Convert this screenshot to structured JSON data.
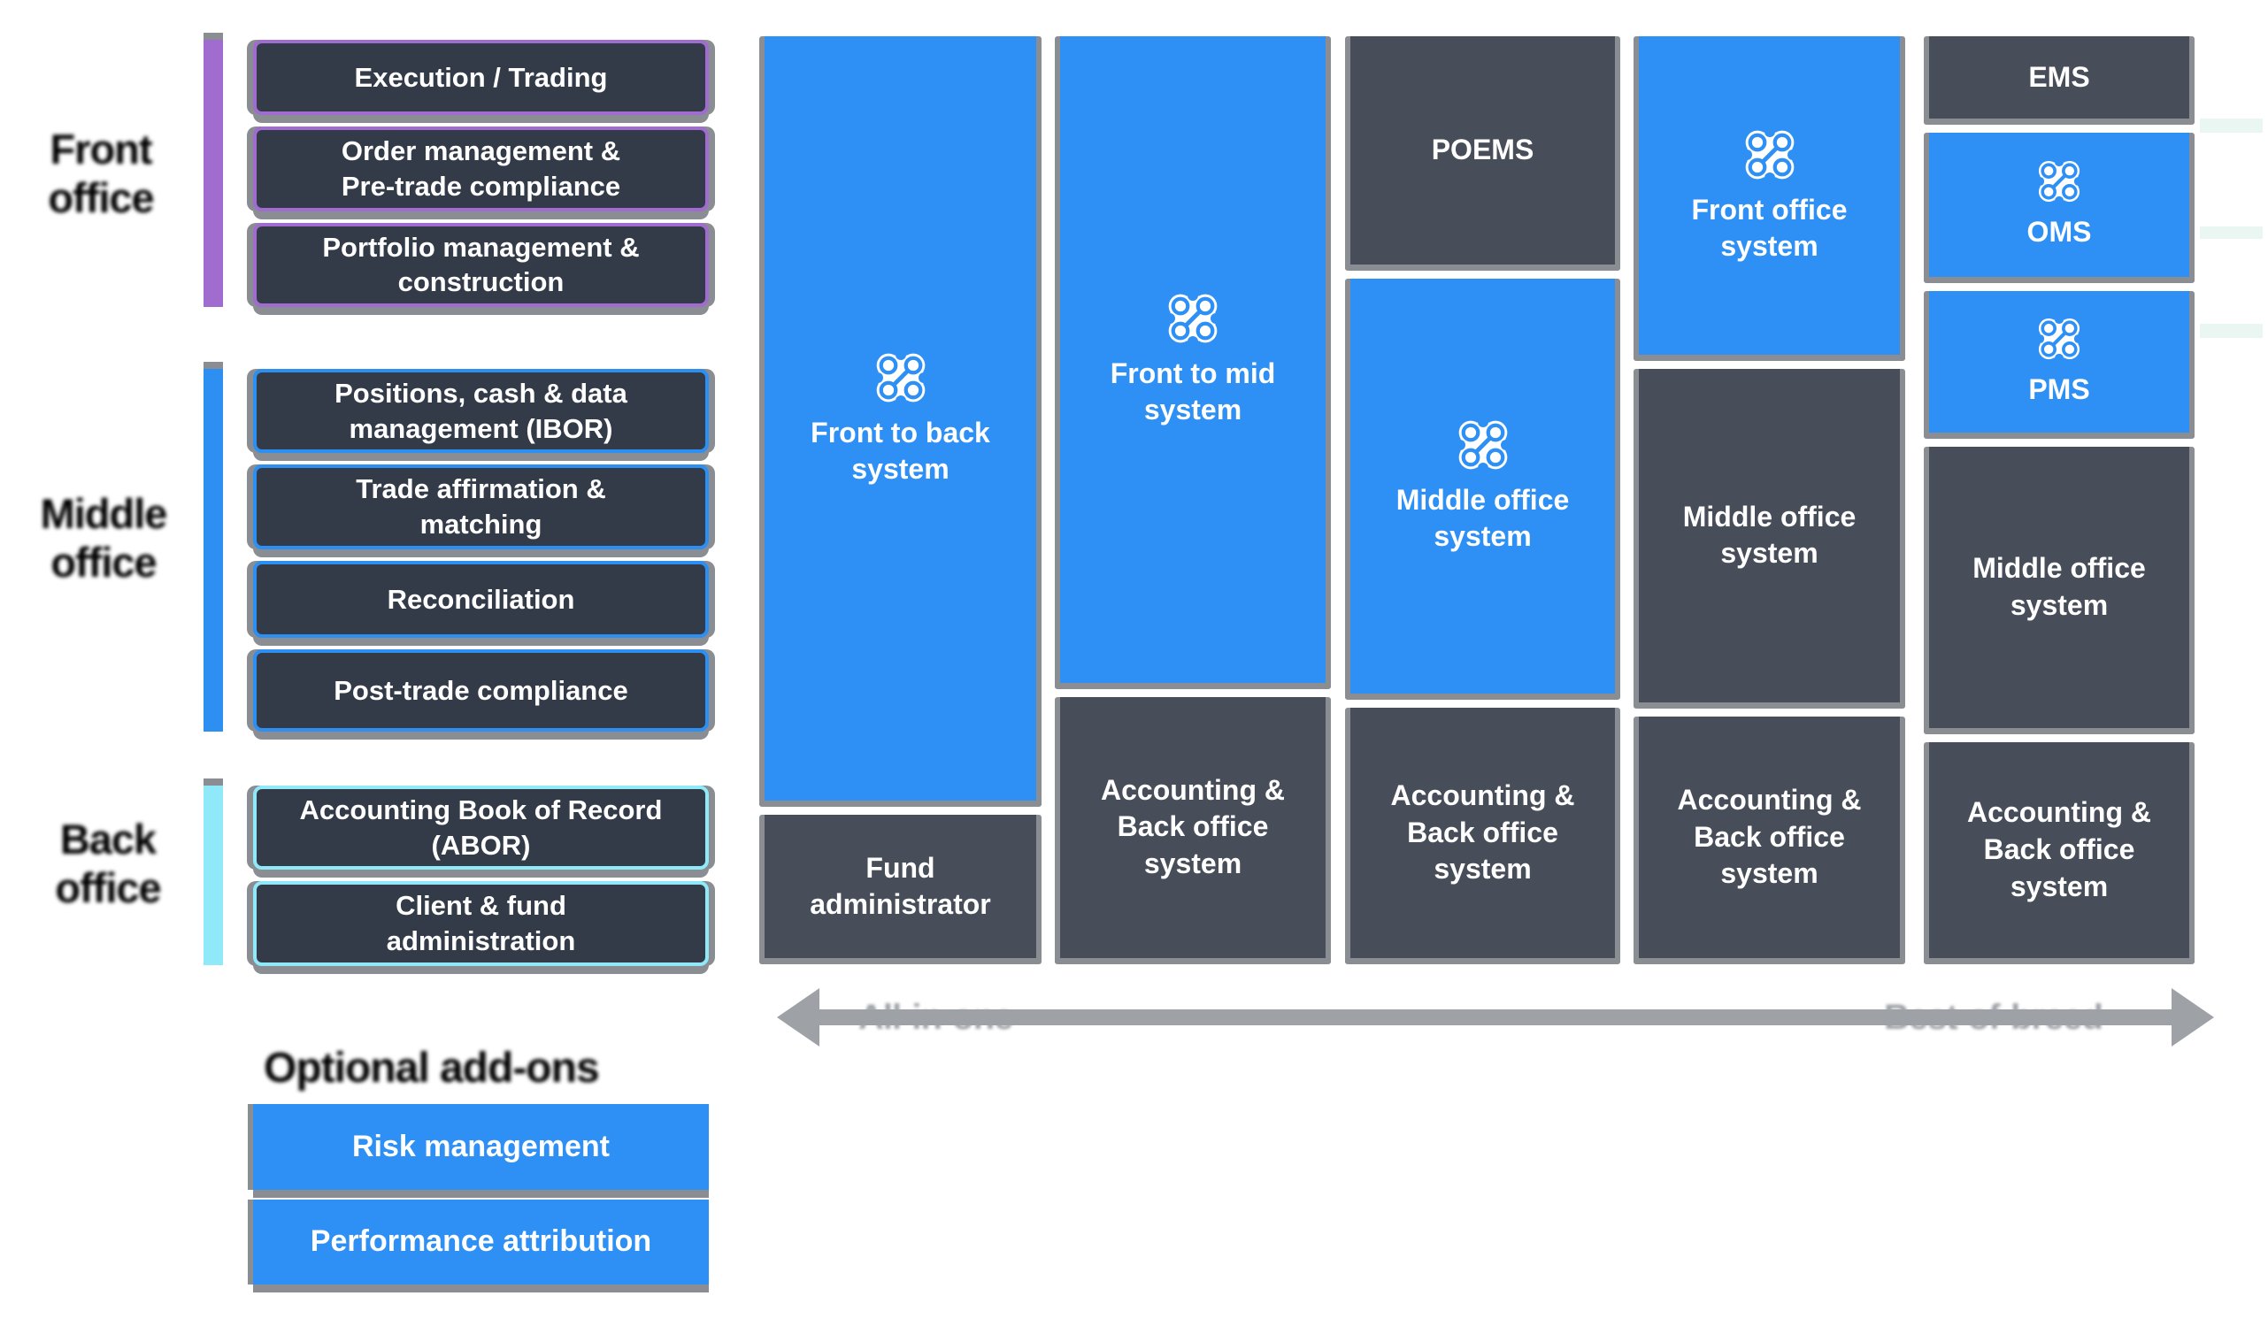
{
  "palette": {
    "blue": "#2E90F5",
    "panel_dark": "#474D59",
    "item_dark": "#333B49",
    "front_accent": "#A06CD0",
    "middle_accent": "#2E8FF2",
    "back_accent": "#8FE9F9",
    "separator_gray": "#8A8D92",
    "arrow_gray": "#9EA2A7",
    "mint_band": "#ECF7F4",
    "text_white": "#FFFFFF",
    "text_black": "#000000"
  },
  "left_sections": [
    {
      "label": "Front office",
      "accent": "#A06CD0",
      "items": [
        "Execution / Trading",
        "Order management &\nPre-trade compliance",
        "Portfolio management &\nconstruction"
      ],
      "sizes": [
        85,
        98,
        92
      ]
    },
    {
      "label": "Middle office",
      "accent": "#2E8FF2",
      "items": [
        "Positions, cash & data\nmanagement (IBOR)",
        "Trade affirmation &\nmatching",
        "Reconciliation",
        "Post-trade compliance"
      ],
      "sizes": [
        92,
        97,
        87,
        94
      ]
    },
    {
      "label": "Back office",
      "accent": "#8FE9F9",
      "items": [
        "Accounting Book of Record\n(ABOR)",
        "Client & fund\nadministration"
      ],
      "sizes": [
        95,
        96
      ]
    }
  ],
  "system_columns": [
    {
      "name": "front-to-back",
      "boxes": [
        {
          "label": "Front to back\nsystem",
          "style": "blue",
          "icon": true,
          "size": 943
        },
        {
          "label": "Fund\nadministrator",
          "style": "dark",
          "icon": false,
          "size": 95
        }
      ]
    },
    {
      "name": "front-to-mid",
      "boxes": [
        {
          "label": "Front to mid\nsystem",
          "style": "blue",
          "icon": true,
          "size": 806
        },
        {
          "label": "Accounting &\nBack office\nsystem",
          "style": "dark",
          "icon": false,
          "size": 232
        }
      ]
    },
    {
      "name": "poems-stack",
      "boxes": [
        {
          "label": "POEMS",
          "style": "dark",
          "icon": false,
          "size": 322
        },
        {
          "label": "Middle office\nsystem",
          "style": "blue",
          "icon": true,
          "size": 471
        },
        {
          "label": "Accounting &\nBack office\nsystem",
          "style": "dark",
          "icon": false,
          "size": 232
        }
      ]
    },
    {
      "name": "front-office-stack",
      "boxes": [
        {
          "label": "Front office\nsystem",
          "style": "blue",
          "icon": true,
          "size": 322
        },
        {
          "label": "Middle office\nsystem",
          "style": "dark",
          "icon": false,
          "size": 471
        },
        {
          "label": "Accounting &\nBack office\nsystem",
          "style": "dark",
          "icon": false,
          "size": 232
        }
      ]
    },
    {
      "name": "best-of-breed-stack",
      "boxes": [
        {
          "label": "EMS",
          "style": "dark",
          "icon": false,
          "size": 90
        },
        {
          "label": "OMS",
          "style": "blue",
          "icon": true,
          "size": 102
        },
        {
          "label": "PMS",
          "style": "blue",
          "icon": true,
          "size": 97
        },
        {
          "label": "Middle office\nsystem",
          "style": "dark",
          "icon": false,
          "size": 471
        },
        {
          "label": "Accounting &\nBack office\nsystem",
          "style": "dark",
          "icon": false,
          "size": 232
        }
      ]
    }
  ],
  "arrow": {
    "left_label": "All-in-one",
    "right_label": "Best-of-breed"
  },
  "addons": {
    "title": "Optional add-ons",
    "items": [
      "Risk management",
      "Performance attribution"
    ]
  },
  "icon": {
    "name": "integration-icon"
  }
}
